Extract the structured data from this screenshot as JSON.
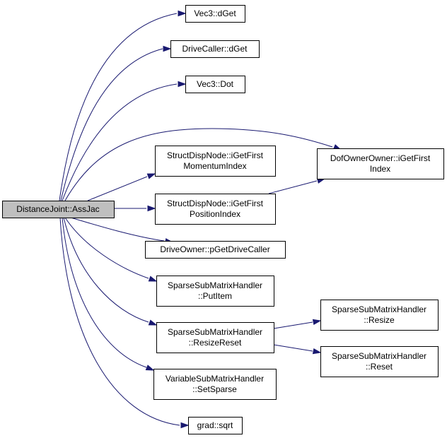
{
  "diagram": {
    "nodes": [
      {
        "id": "root",
        "lines": [
          "DistanceJoint::AssJac"
        ],
        "highlighted": true
      },
      {
        "id": "vec3_dget",
        "lines": [
          "Vec3::dGet"
        ]
      },
      {
        "id": "drivecaller_dget",
        "lines": [
          "DriveCaller::dGet"
        ]
      },
      {
        "id": "vec3_dot",
        "lines": [
          "Vec3::Dot"
        ]
      },
      {
        "id": "momentum",
        "lines": [
          "StructDispNode::iGetFirst",
          "MomentumIndex"
        ]
      },
      {
        "id": "position",
        "lines": [
          "StructDispNode::iGetFirst",
          "PositionIndex"
        ]
      },
      {
        "id": "dofowner",
        "lines": [
          "DofOwnerOwner::iGetFirst",
          "Index"
        ]
      },
      {
        "id": "driveowner",
        "lines": [
          "DriveOwner::pGetDriveCaller"
        ]
      },
      {
        "id": "putitem",
        "lines": [
          "SparseSubMatrixHandler",
          "::PutItem"
        ]
      },
      {
        "id": "resizereset",
        "lines": [
          "SparseSubMatrixHandler",
          "::ResizeReset"
        ]
      },
      {
        "id": "resize",
        "lines": [
          "SparseSubMatrixHandler",
          "::Resize"
        ]
      },
      {
        "id": "reset",
        "lines": [
          "SparseSubMatrixHandler",
          "::Reset"
        ]
      },
      {
        "id": "setsparse",
        "lines": [
          "VariableSubMatrixHandler",
          "::SetSparse"
        ]
      },
      {
        "id": "sqrt",
        "lines": [
          "grad::sqrt"
        ]
      }
    ],
    "edges": [
      {
        "from": "root",
        "to": "vec3_dget"
      },
      {
        "from": "root",
        "to": "drivecaller_dget"
      },
      {
        "from": "root",
        "to": "vec3_dot"
      },
      {
        "from": "root",
        "to": "dofowner"
      },
      {
        "from": "root",
        "to": "momentum"
      },
      {
        "from": "root",
        "to": "position"
      },
      {
        "from": "root",
        "to": "driveowner"
      },
      {
        "from": "root",
        "to": "putitem"
      },
      {
        "from": "root",
        "to": "resizereset"
      },
      {
        "from": "root",
        "to": "setsparse"
      },
      {
        "from": "root",
        "to": "sqrt"
      },
      {
        "from": "position",
        "to": "dofowner"
      },
      {
        "from": "resizereset",
        "to": "resize"
      },
      {
        "from": "resizereset",
        "to": "reset"
      }
    ],
    "colors": {
      "edge": "#191970",
      "root_fill": "#bfbfbf",
      "node_fill": "#ffffff",
      "border": "#000000"
    }
  }
}
